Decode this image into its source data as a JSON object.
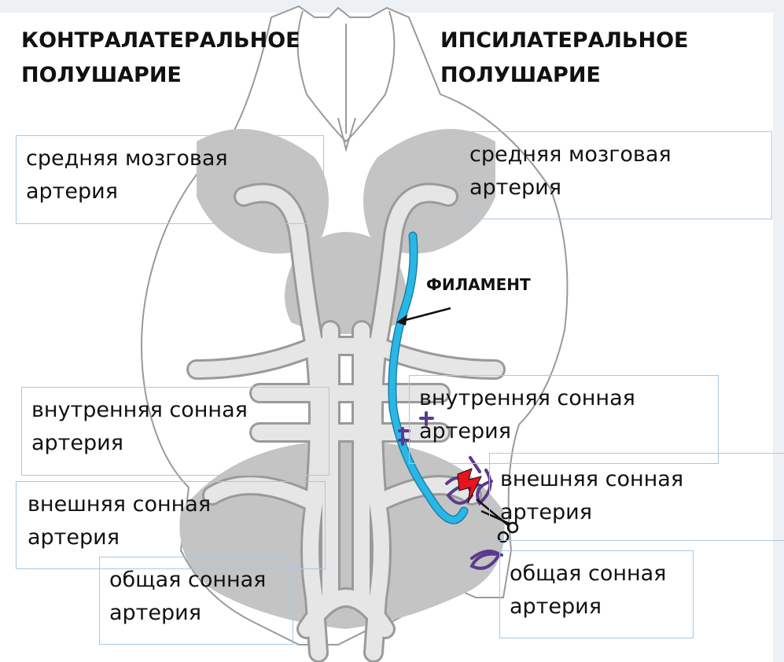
{
  "headers": {
    "contralateral": [
      "КОНТРАЛАТЕРАЛЬНОЕ",
      "ПОЛУШАРИЕ"
    ],
    "ipsilateral": [
      "ИПСИЛАТЕРАЛЬНОЕ",
      "ПОЛУШАРИЕ"
    ]
  },
  "labels": {
    "mca_left": [
      "средняя мозговая",
      "артерия"
    ],
    "mca_right": [
      "средняя мозговая",
      "артерия"
    ],
    "ica_left": [
      "внутренняя сонная",
      "артерия"
    ],
    "ica_right": [
      "внутренняя сонная",
      "артерия"
    ],
    "eca_left": [
      "внешняя сонная",
      "артерия"
    ],
    "eca_right": [
      "внешняя сонная",
      "артерия"
    ],
    "cca_left": [
      "общая сонная",
      "артерия"
    ],
    "cca_right": [
      "общая сонная",
      "артерия"
    ],
    "filament": "ФИЛАМЕНТ"
  },
  "colors": {
    "filament": "#29b8e6",
    "suture": "#5b3a8e",
    "lightning": "#e8141b",
    "vessel": "#e6e6e6",
    "brain_gray": "#c4c4c4",
    "box_border": "#a9c8e2"
  },
  "icons": [
    "scissors-icon",
    "lightning-icon",
    "suture-icon",
    "arrow-icon"
  ]
}
